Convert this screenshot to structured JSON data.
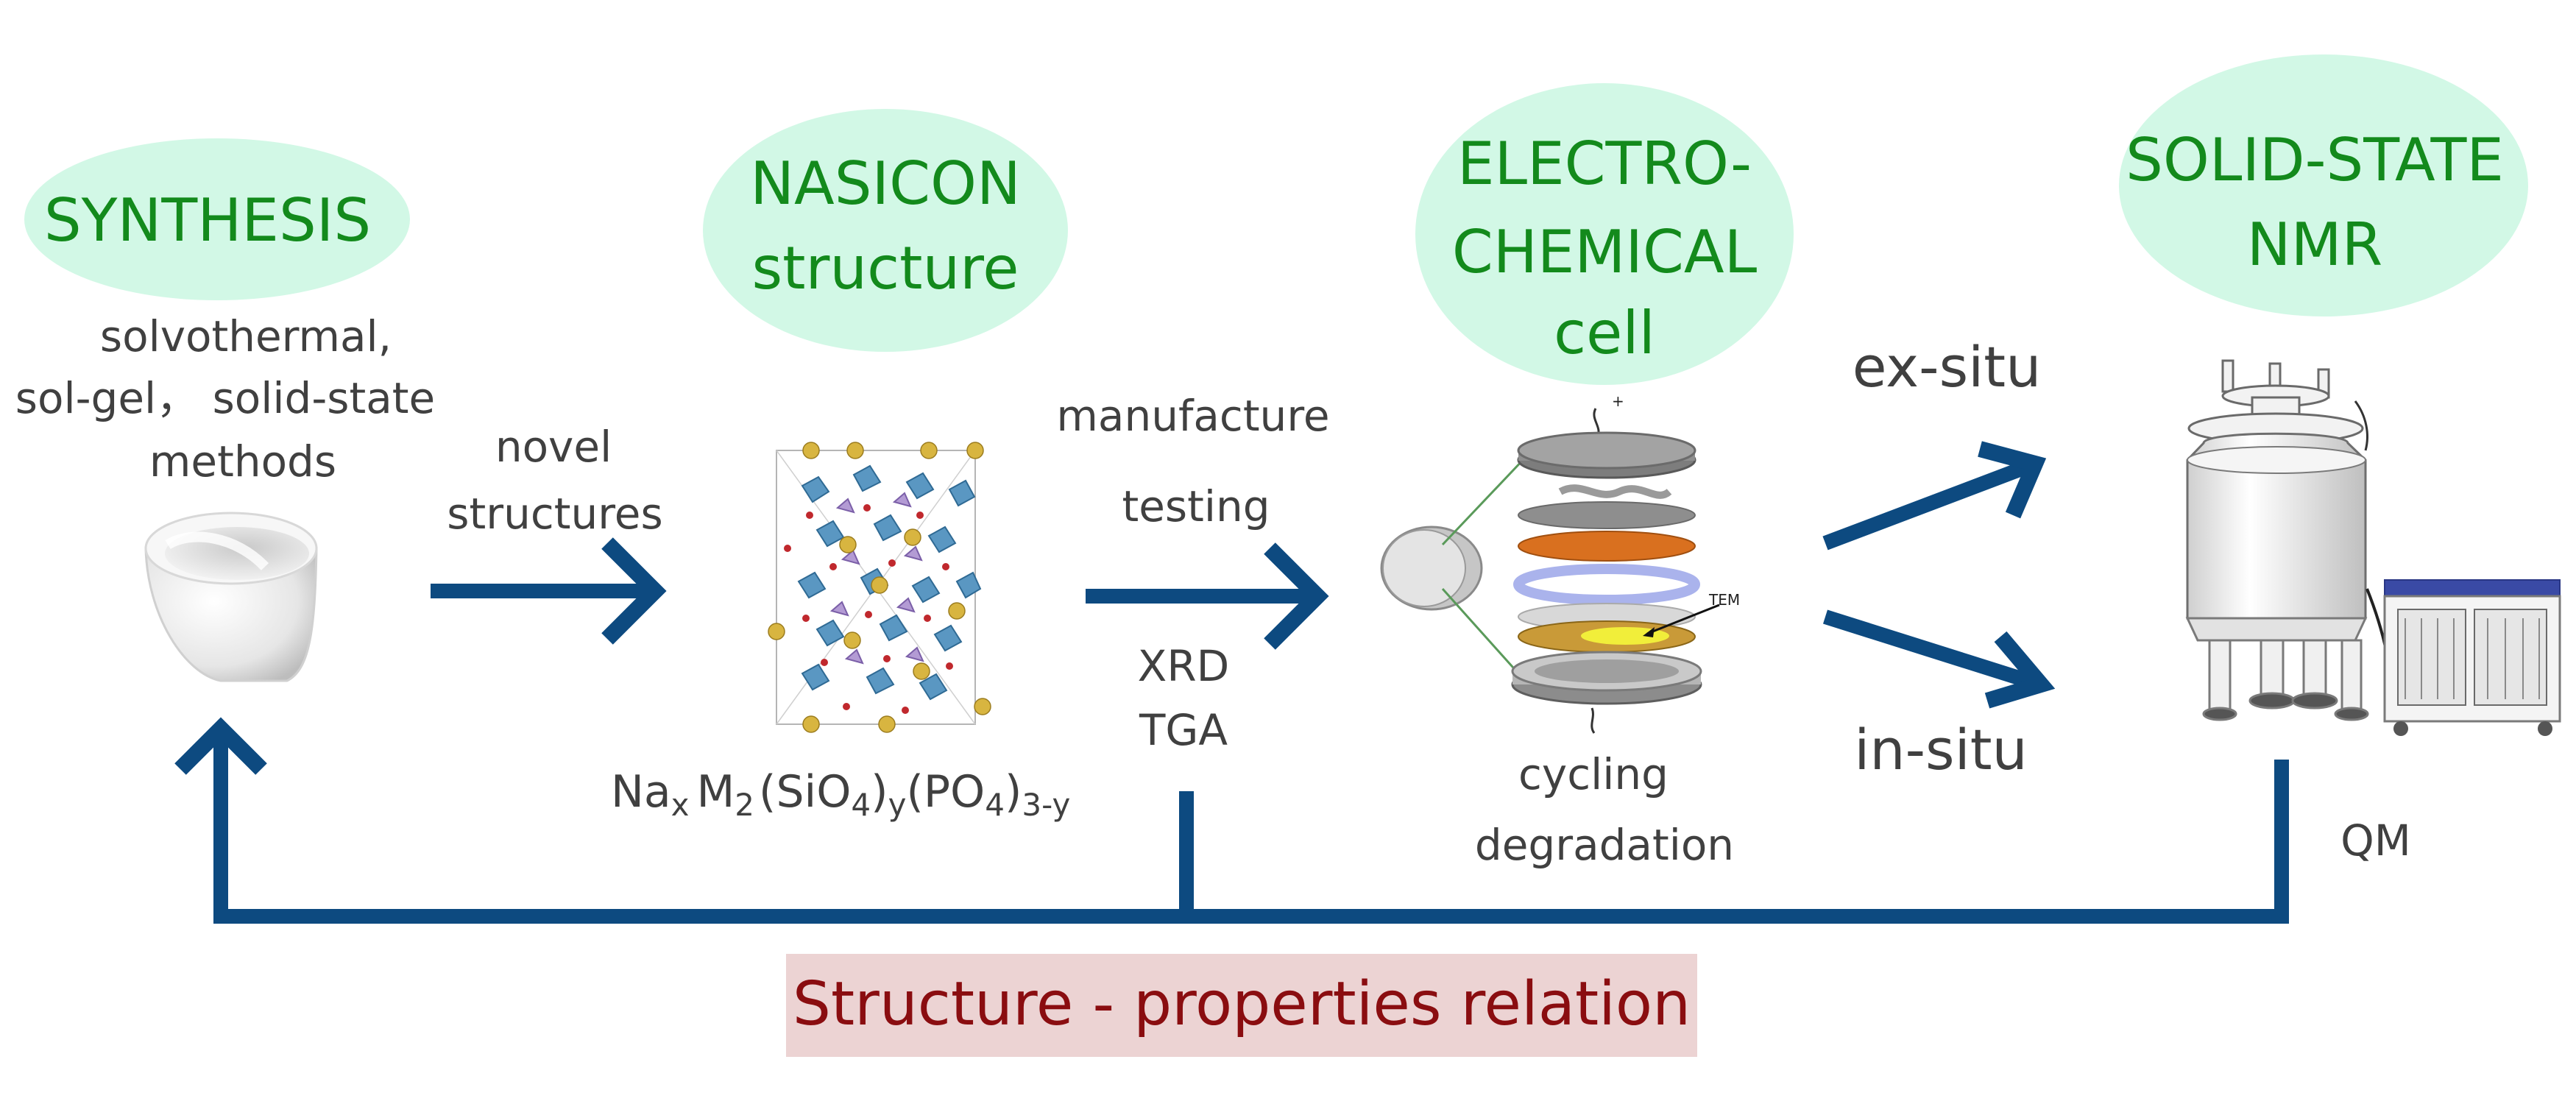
{
  "stages": {
    "synthesis": {
      "title": "SYNTHESIS",
      "methods": [
        "solvothermal,",
        "sol-gel， solid-state",
        "methods"
      ]
    },
    "nasicon": {
      "title_lines": [
        "NASICON",
        "structure"
      ],
      "formula": {
        "Na": "Na",
        "x": "x",
        "M": "M",
        "two": "2",
        "SiO": "(SiO",
        "four_a": "4",
        "y_a": ")y",
        "PO": "(PO",
        "four_b": "4",
        "close": ")",
        "sub": "3-y"
      }
    },
    "electrochemical": {
      "title_lines": [
        "ELECTRO-",
        "CHEMICAL",
        "cell"
      ],
      "labels": [
        "cycling",
        "degradation"
      ],
      "component_label": "TEM"
    },
    "nmr": {
      "title_lines": [
        "SOLID-STATE",
        "NMR"
      ],
      "extra": "QM"
    }
  },
  "transitions": {
    "to_structure": [
      "novel",
      "structures"
    ],
    "to_cell": [
      "manufacture",
      "testing"
    ],
    "characterization": [
      "XRD",
      "TGA"
    ],
    "ex_situ": "ex-situ",
    "in_situ": "in-situ"
  },
  "relation_label": "Structure - properties relation",
  "colors": {
    "arrow": "#0d4a80",
    "bubble": "#d2f8e6",
    "title": "#138a1c",
    "relation_bg": "#ecd3d3",
    "relation_text": "#8a0d10"
  }
}
